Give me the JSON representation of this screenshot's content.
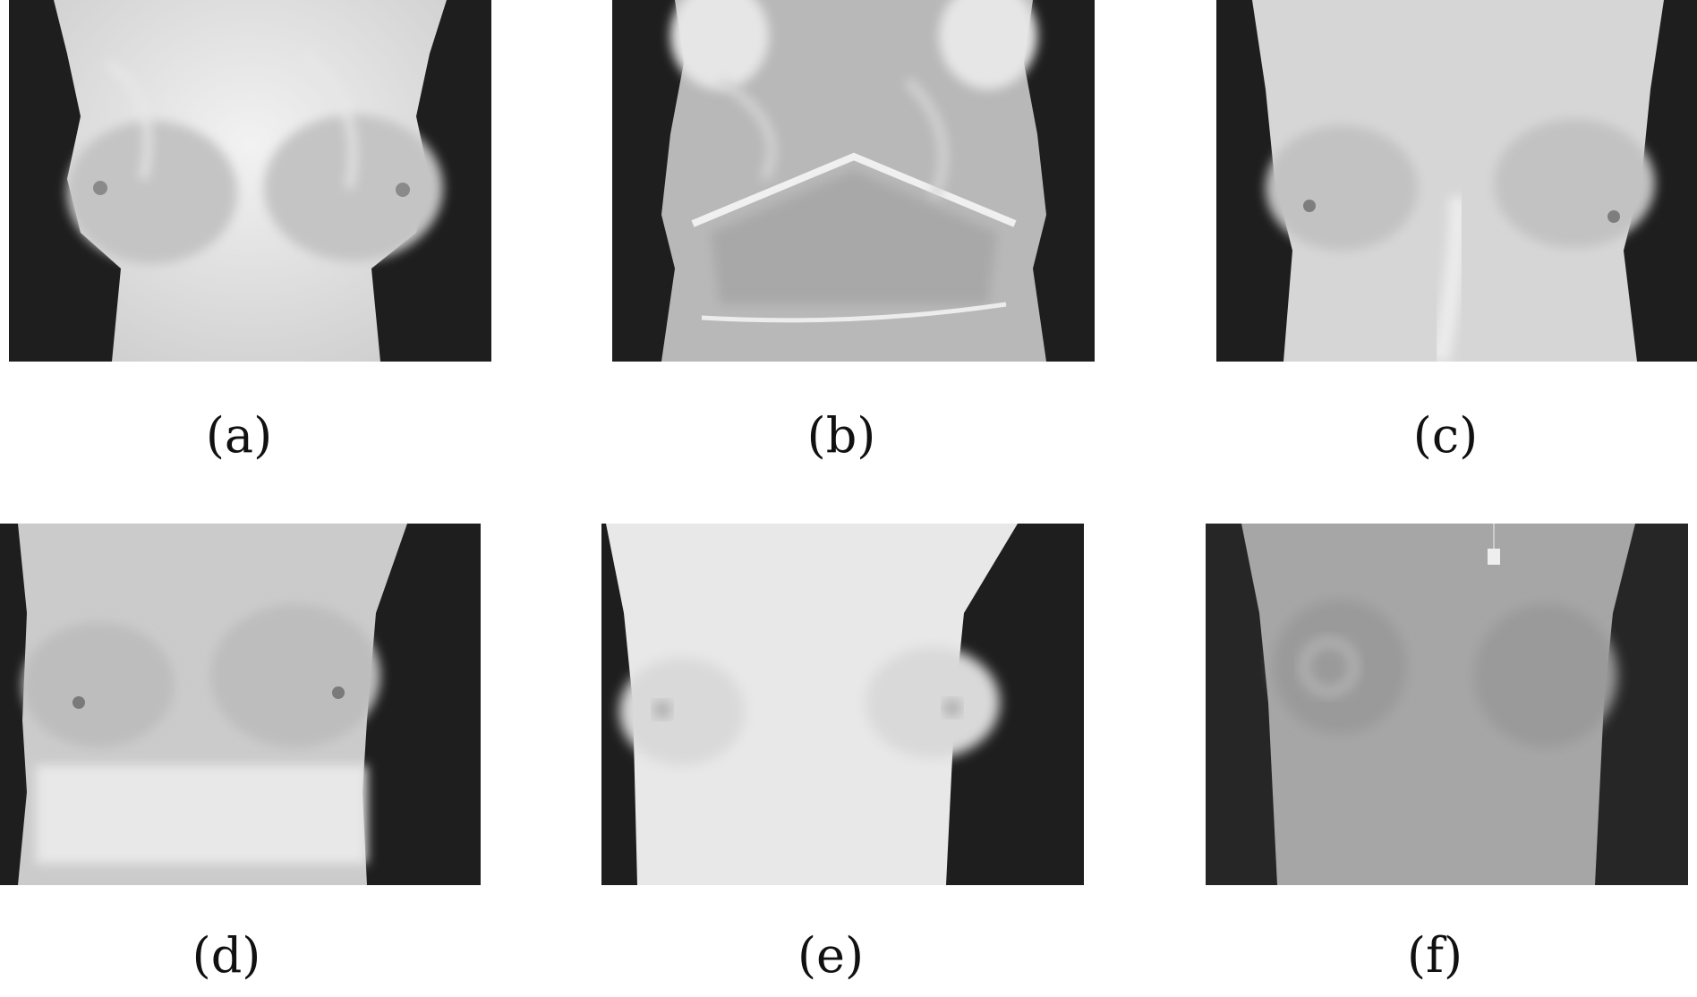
{
  "figure": {
    "panels": [
      {
        "id": "a",
        "caption": "(a)"
      },
      {
        "id": "b",
        "caption": "(b)"
      },
      {
        "id": "c",
        "caption": "(c)"
      },
      {
        "id": "d",
        "caption": "(d)"
      },
      {
        "id": "e",
        "caption": "(e)"
      },
      {
        "id": "f",
        "caption": "(f)"
      }
    ]
  }
}
